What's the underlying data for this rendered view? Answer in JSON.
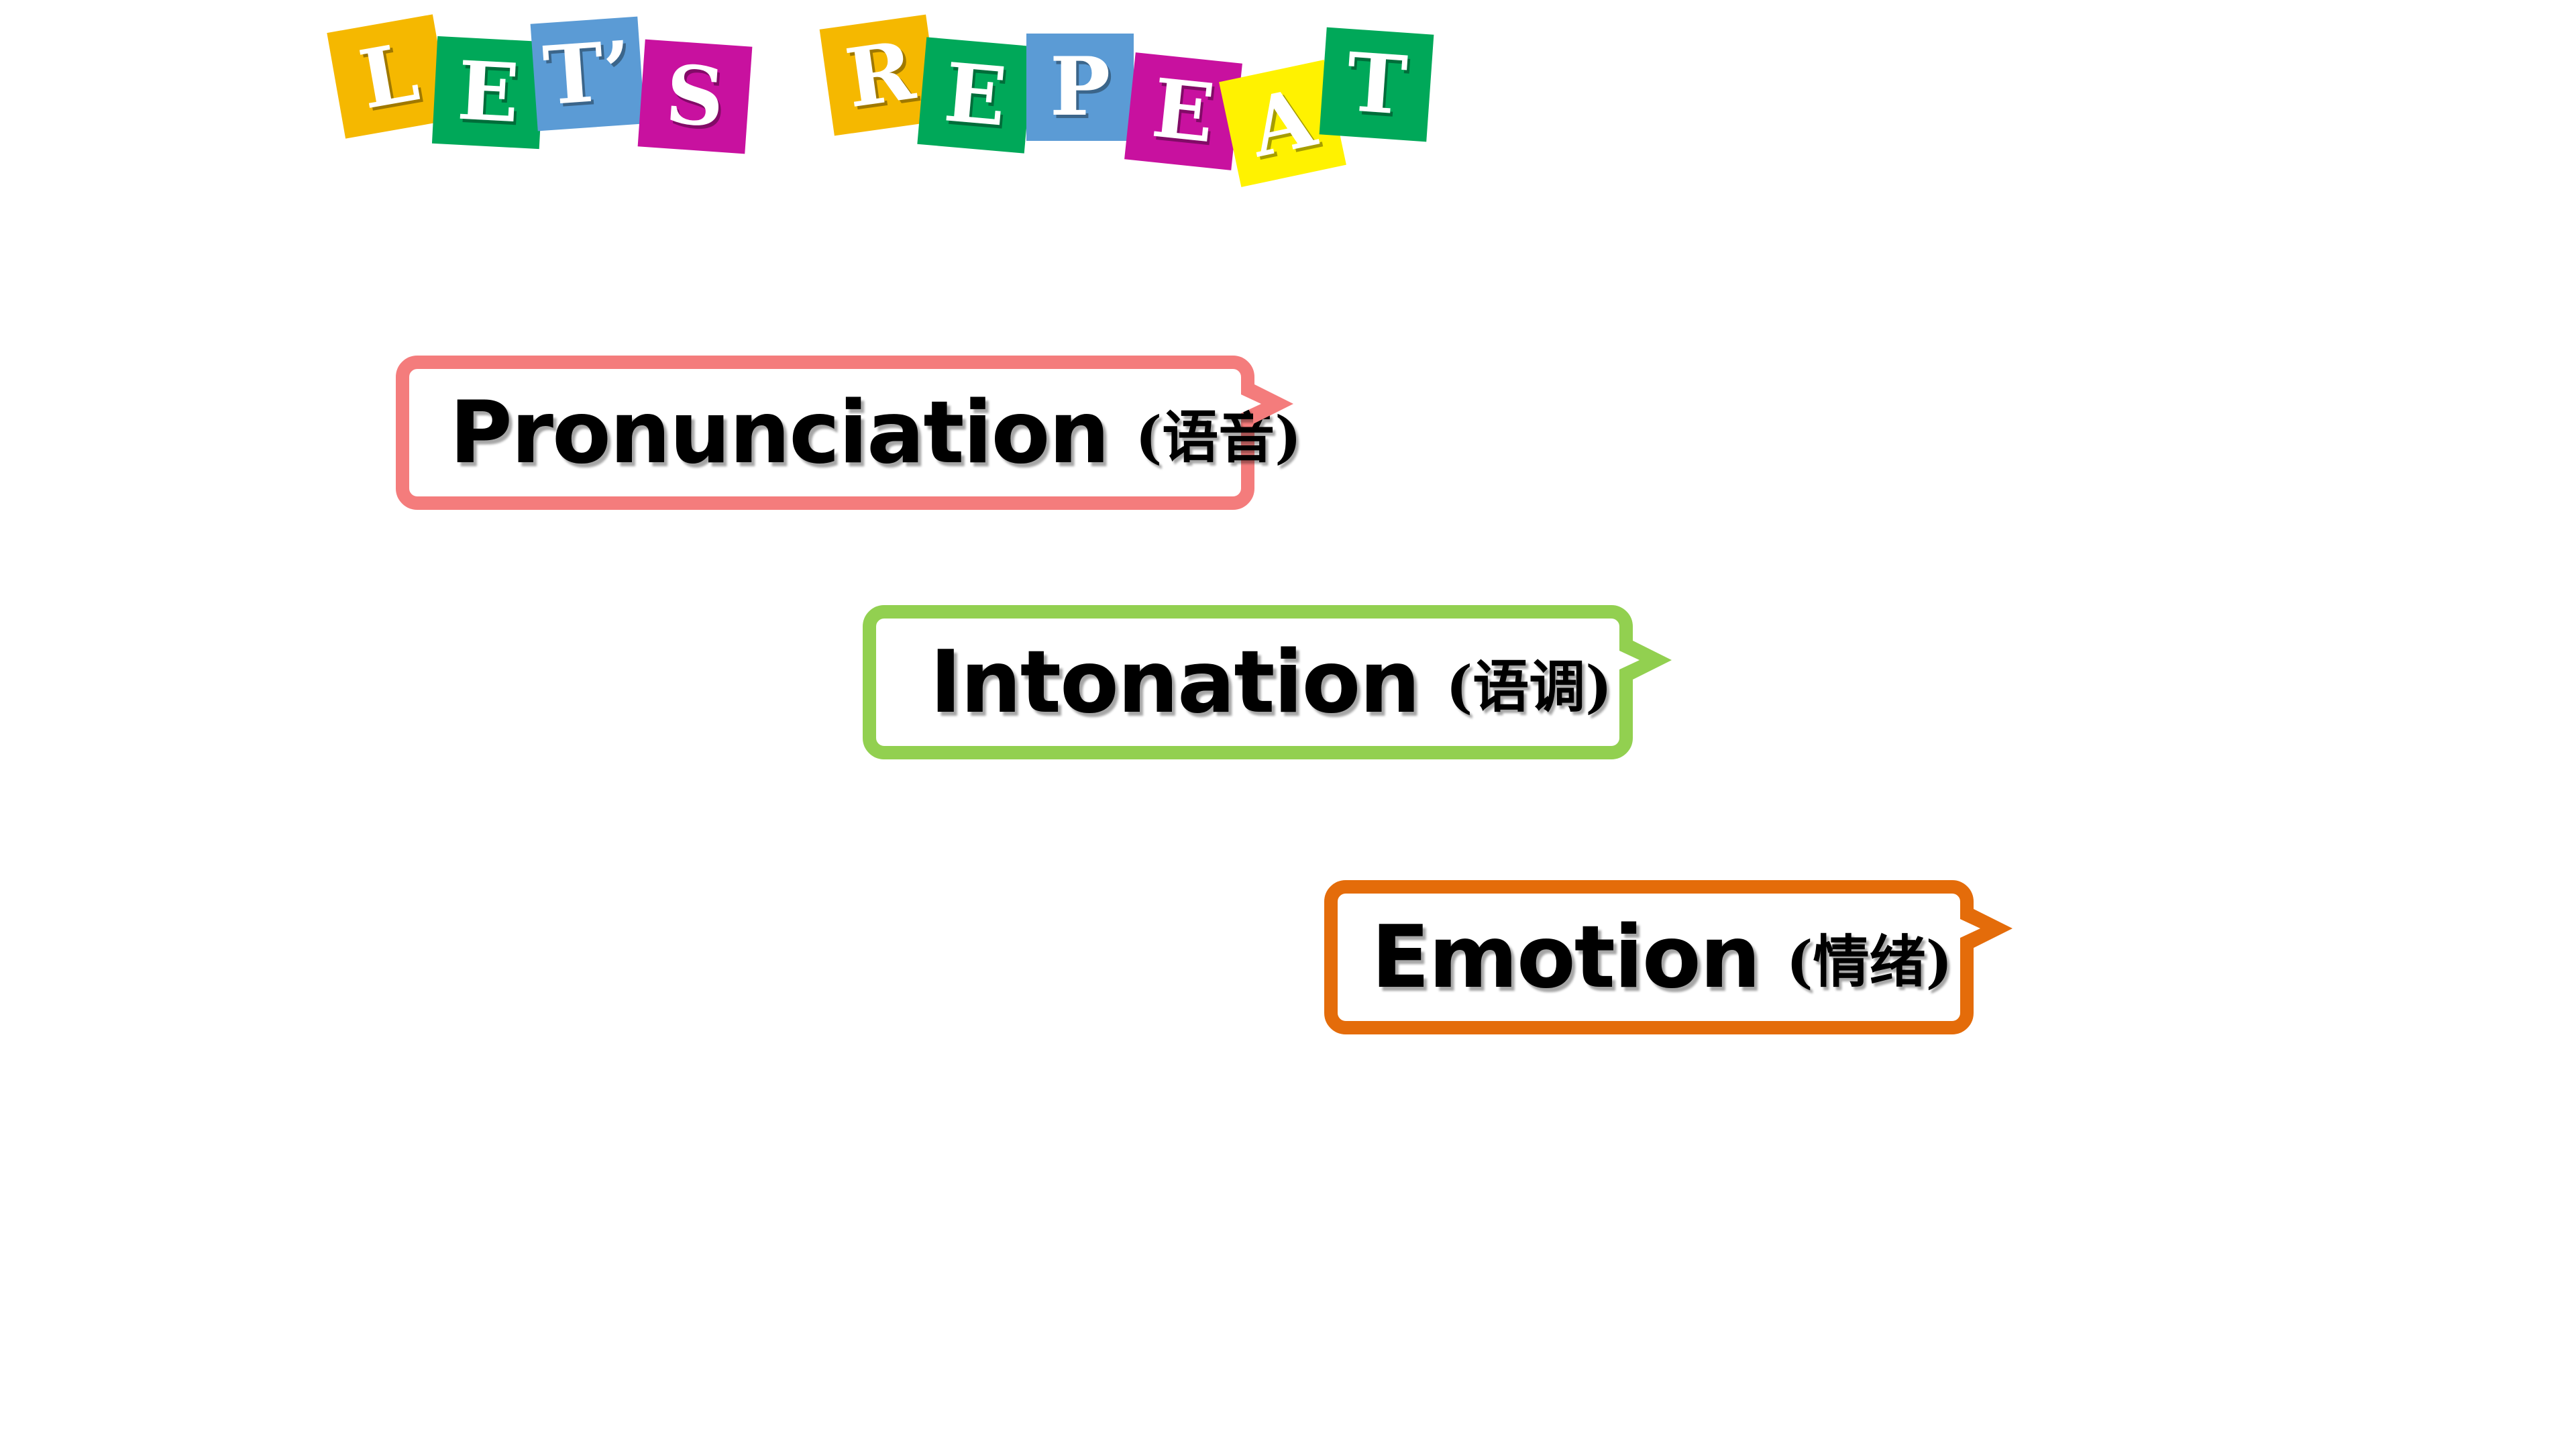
{
  "title": {
    "lets": [
      {
        "letter": "L",
        "color": "#F5B800"
      },
      {
        "letter": "E",
        "color": "#00A859"
      },
      {
        "letter": "T’",
        "color": "#5B9BD5"
      },
      {
        "letter": "S",
        "color": "#C8119F"
      }
    ],
    "repeat": [
      {
        "letter": "R",
        "color": "#F5B800"
      },
      {
        "letter": "E",
        "color": "#00A859"
      },
      {
        "letter": "P",
        "color": "#5B9BD5"
      },
      {
        "letter": "E",
        "color": "#C8119F"
      },
      {
        "letter": "A",
        "color": "#FFF200"
      },
      {
        "letter": "T",
        "color": "#00A859"
      }
    ]
  },
  "items": [
    {
      "word": "Pronunciation",
      "gloss": "(语音)",
      "color": "#F47C7C"
    },
    {
      "word": "Intonation",
      "gloss": "(语调)",
      "color": "#92D050"
    },
    {
      "word": "Emotion",
      "gloss": "(情绪)",
      "color": "#E46C0A"
    }
  ]
}
